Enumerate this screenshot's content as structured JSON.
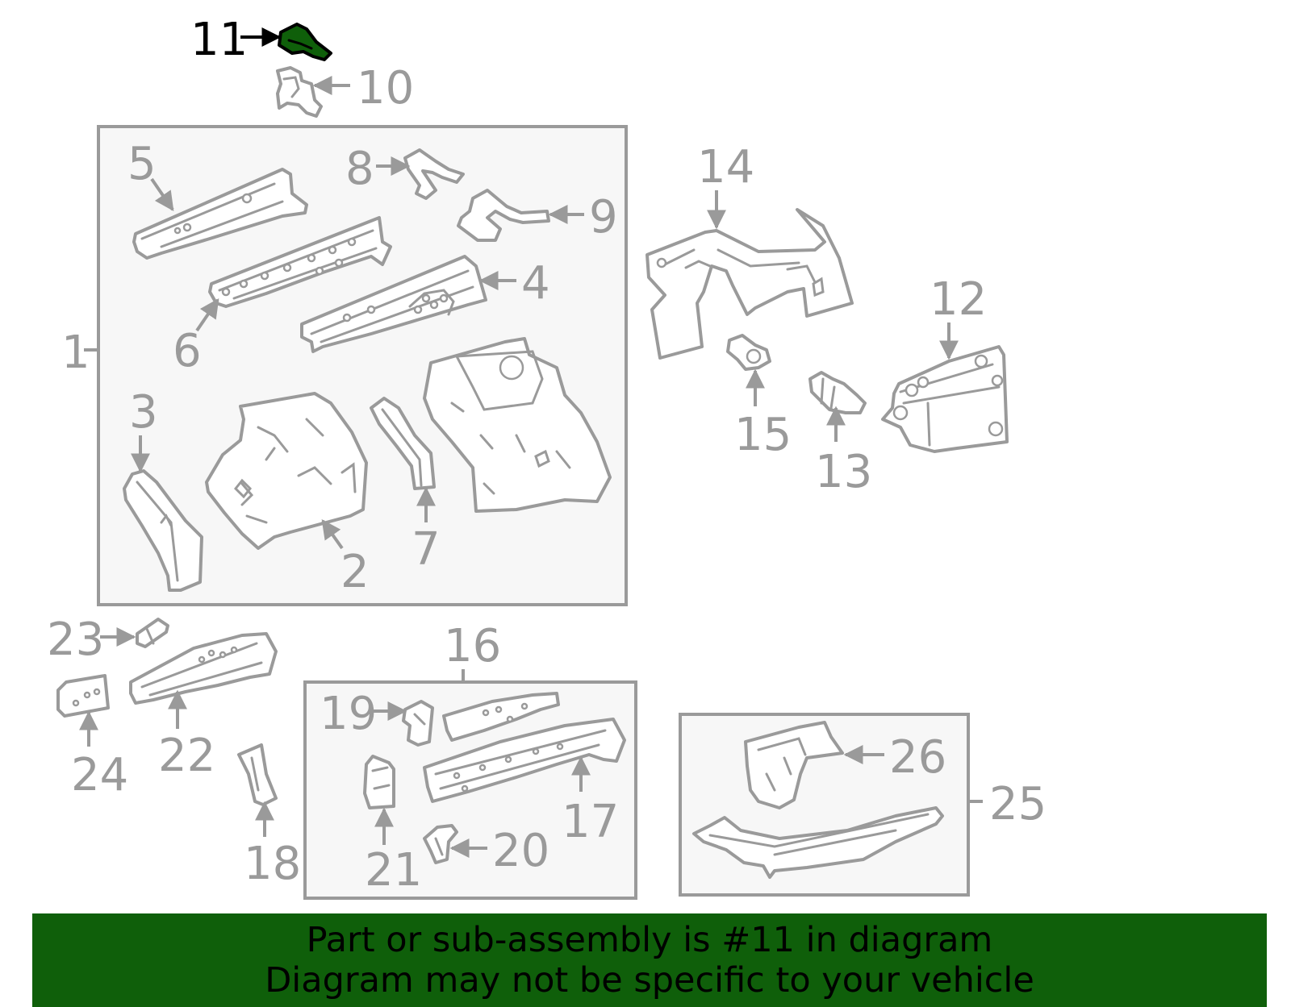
{
  "highlight": {
    "part_number": "11",
    "color": "#0f5f0a"
  },
  "callouts": {
    "c1": "1",
    "c2": "2",
    "c3": "3",
    "c4": "4",
    "c5": "5",
    "c6": "6",
    "c7": "7",
    "c8": "8",
    "c9": "9",
    "c10": "10",
    "c11": "11",
    "c12": "12",
    "c13": "13",
    "c14": "14",
    "c15": "15",
    "c16": "16",
    "c17": "17",
    "c18": "18",
    "c19": "19",
    "c20": "20",
    "c21": "21",
    "c22": "22",
    "c23": "23",
    "c24": "24",
    "c25": "25",
    "c26": "26"
  },
  "banner": {
    "line1": "Part or sub-assembly is #11 in diagram",
    "line2": "Diagram may not be specific to your vehicle",
    "background": "#0f5f0a"
  }
}
